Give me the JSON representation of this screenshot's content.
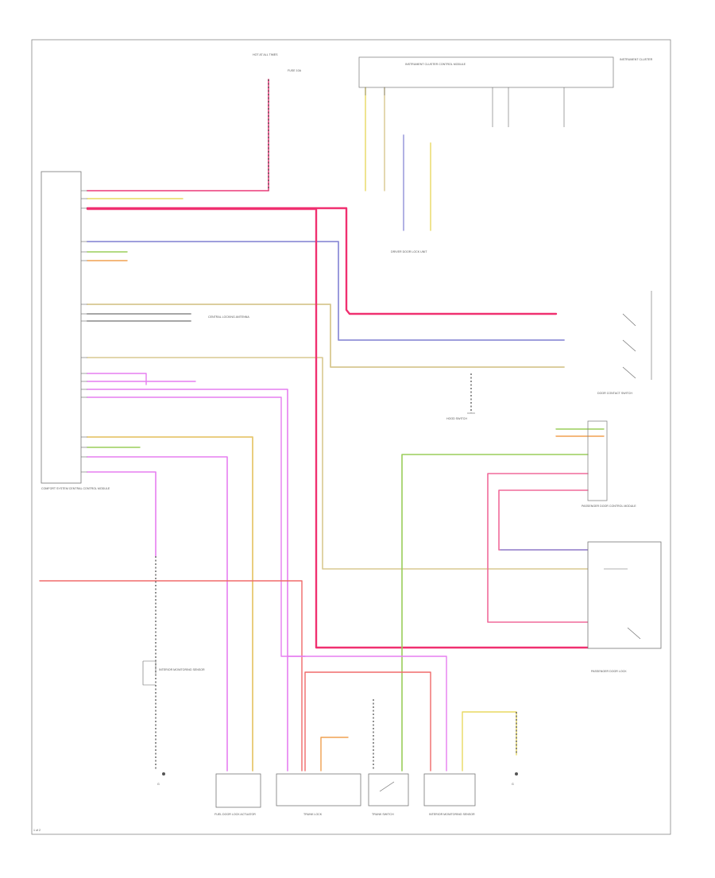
{
  "labels": {
    "power_top": "HOT AT ALL TIMES",
    "fuse_top": "FUSE 10A",
    "cluster_title": "INSTRUMENT CLUSTER CONTROL MODULE",
    "cluster_side": "INSTRUMENT CLUSTER",
    "central_module": "COMFORT SYSTEM CENTRAL CONTROL MODULE",
    "antenna_note": "CENTRAL LOCKING ANTENNA",
    "door_switch": "DOOR CONTACT SWITCH",
    "hood_switch": "HOOD SWITCH",
    "fuel_door": "FUEL DOOR LOCK ACTUATOR",
    "trunk_lock": "TRUNK LOCK",
    "trunk_switch": "TRUNK SWITCH",
    "interior_sensor": "INTERIOR MONITORING SENSOR",
    "passenger_module": "PASSENGER DOOR CONTROL MODULE",
    "passenger_lock": "PASSENGER DOOR LOCK",
    "driver_lock": "DRIVER DOOR LOCK UNIT",
    "ground": "G",
    "page_ref": "1 of 2"
  },
  "colors": {
    "pink_red": "#f06a9a",
    "red": "#f04050",
    "violet": "#e67ef0",
    "blue": "#9090d8",
    "tan": "#d8c890",
    "green": "#9acd5a",
    "yellow": "#e8d860",
    "gray": "#999999",
    "orange": "#f0a050"
  }
}
